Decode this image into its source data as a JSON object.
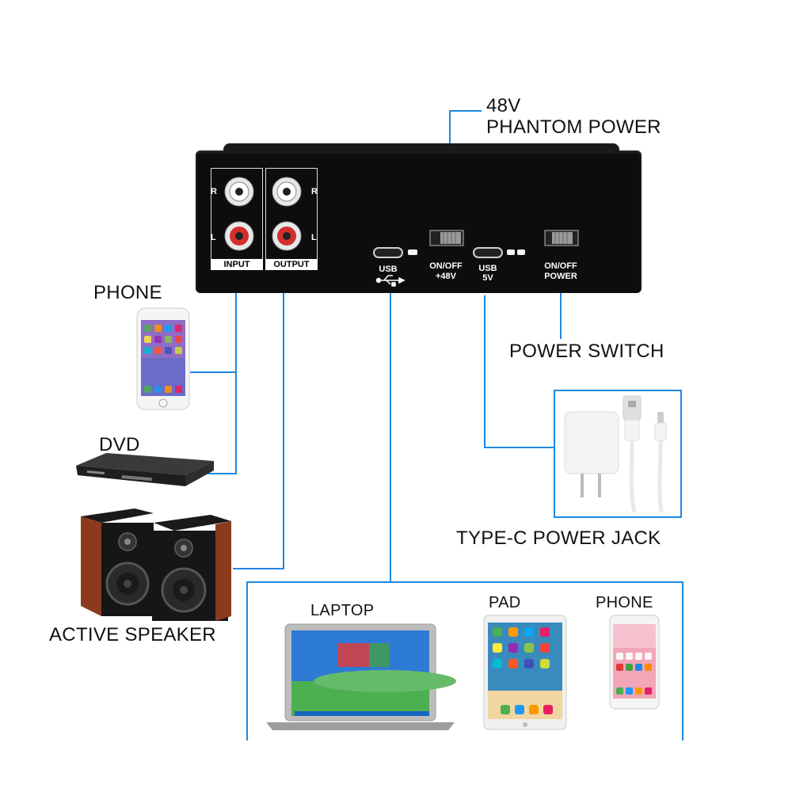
{
  "device": {
    "rca_r_left": "R",
    "rca_l_left": "L",
    "rca_r_right": "R",
    "rca_l_right": "L",
    "input_label": "INPUT",
    "output_label": "OUTPUT",
    "usb_label": "USB",
    "usb5v_label_1": "USB",
    "usb5v_label_2": "5V",
    "phantom_switch_label_1": "ON/OFF",
    "phantom_switch_label_2": "+48V",
    "power_switch_label_1": "ON/OFF",
    "power_switch_label_2": "POWER"
  },
  "callouts": {
    "phantom_line1": "48V",
    "phantom_line2": "PHANTOM POWER",
    "power_switch": "POWER SWITCH",
    "type_c_jack": "TYPE-C POWER JACK"
  },
  "inputs": {
    "phone": "PHONE",
    "dvd": "DVD"
  },
  "outputs": {
    "active_speaker": "ACTIVE SPEAKER"
  },
  "usb_devices": {
    "laptop": "LAPTOP",
    "pad": "PAD",
    "phone": "PHONE"
  },
  "colors": {
    "connector_line": "#1e88e5",
    "device_body": "#0d0d0d",
    "rca_red": "#d32f2f"
  }
}
